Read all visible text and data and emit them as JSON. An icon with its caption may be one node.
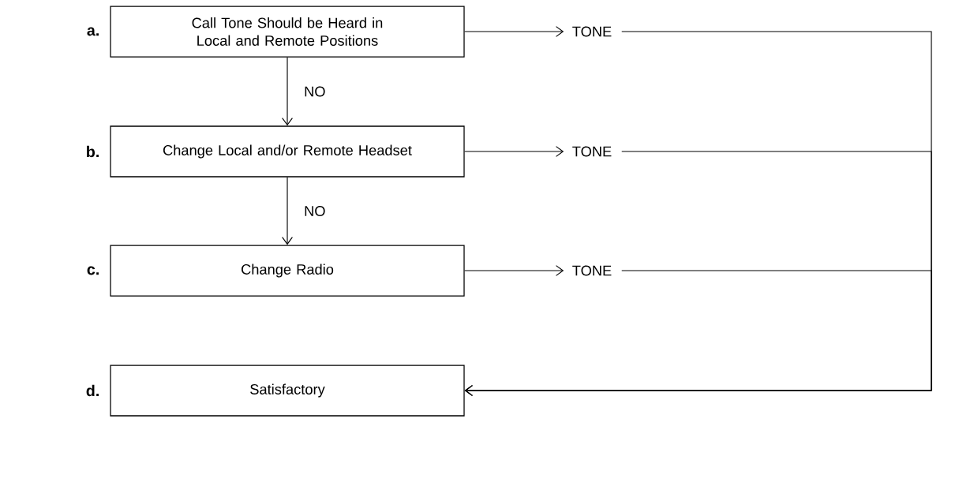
{
  "diagram": {
    "nodes": [
      {
        "text": [
          "Call Tone Should be Heard in Local and Remote Positions"
        ],
        "beside": [
          "a."
        ]
      },
      {
        "text": [
          "TONE"
        ]
      },
      {
        "text": [
          "Change Local and/or Remote Headset"
        ],
        "beside": [
          "b."
        ]
      },
      {
        "text": [
          "TONE"
        ]
      },
      {
        "text": [
          "Change Radio"
        ],
        "beside": [
          "c."
        ]
      },
      {
        "text": [
          "TONE"
        ]
      },
      {
        "text": [
          "Satisfactory"
        ],
        "beside": [
          "d."
        ]
      }
    ],
    "edges": [
      {
        "from": 0,
        "to": 2,
        "arrow": "to",
        "label": "NO"
      },
      {
        "from": 2,
        "to": 4,
        "arrow": "to",
        "label": "NO"
      },
      {
        "from": 0,
        "to": 1,
        "arrow": "to"
      },
      {
        "from": 2,
        "to": 3,
        "arrow": "to"
      },
      {
        "from": 4,
        "to": 5,
        "arrow": "to"
      },
      {
        "from": 1,
        "to": 6,
        "arrow": "to"
      },
      {
        "from": 3,
        "to": 6,
        "arrow": "to"
      },
      {
        "from": 5,
        "to": 6,
        "arrow": "to"
      }
    ]
  }
}
